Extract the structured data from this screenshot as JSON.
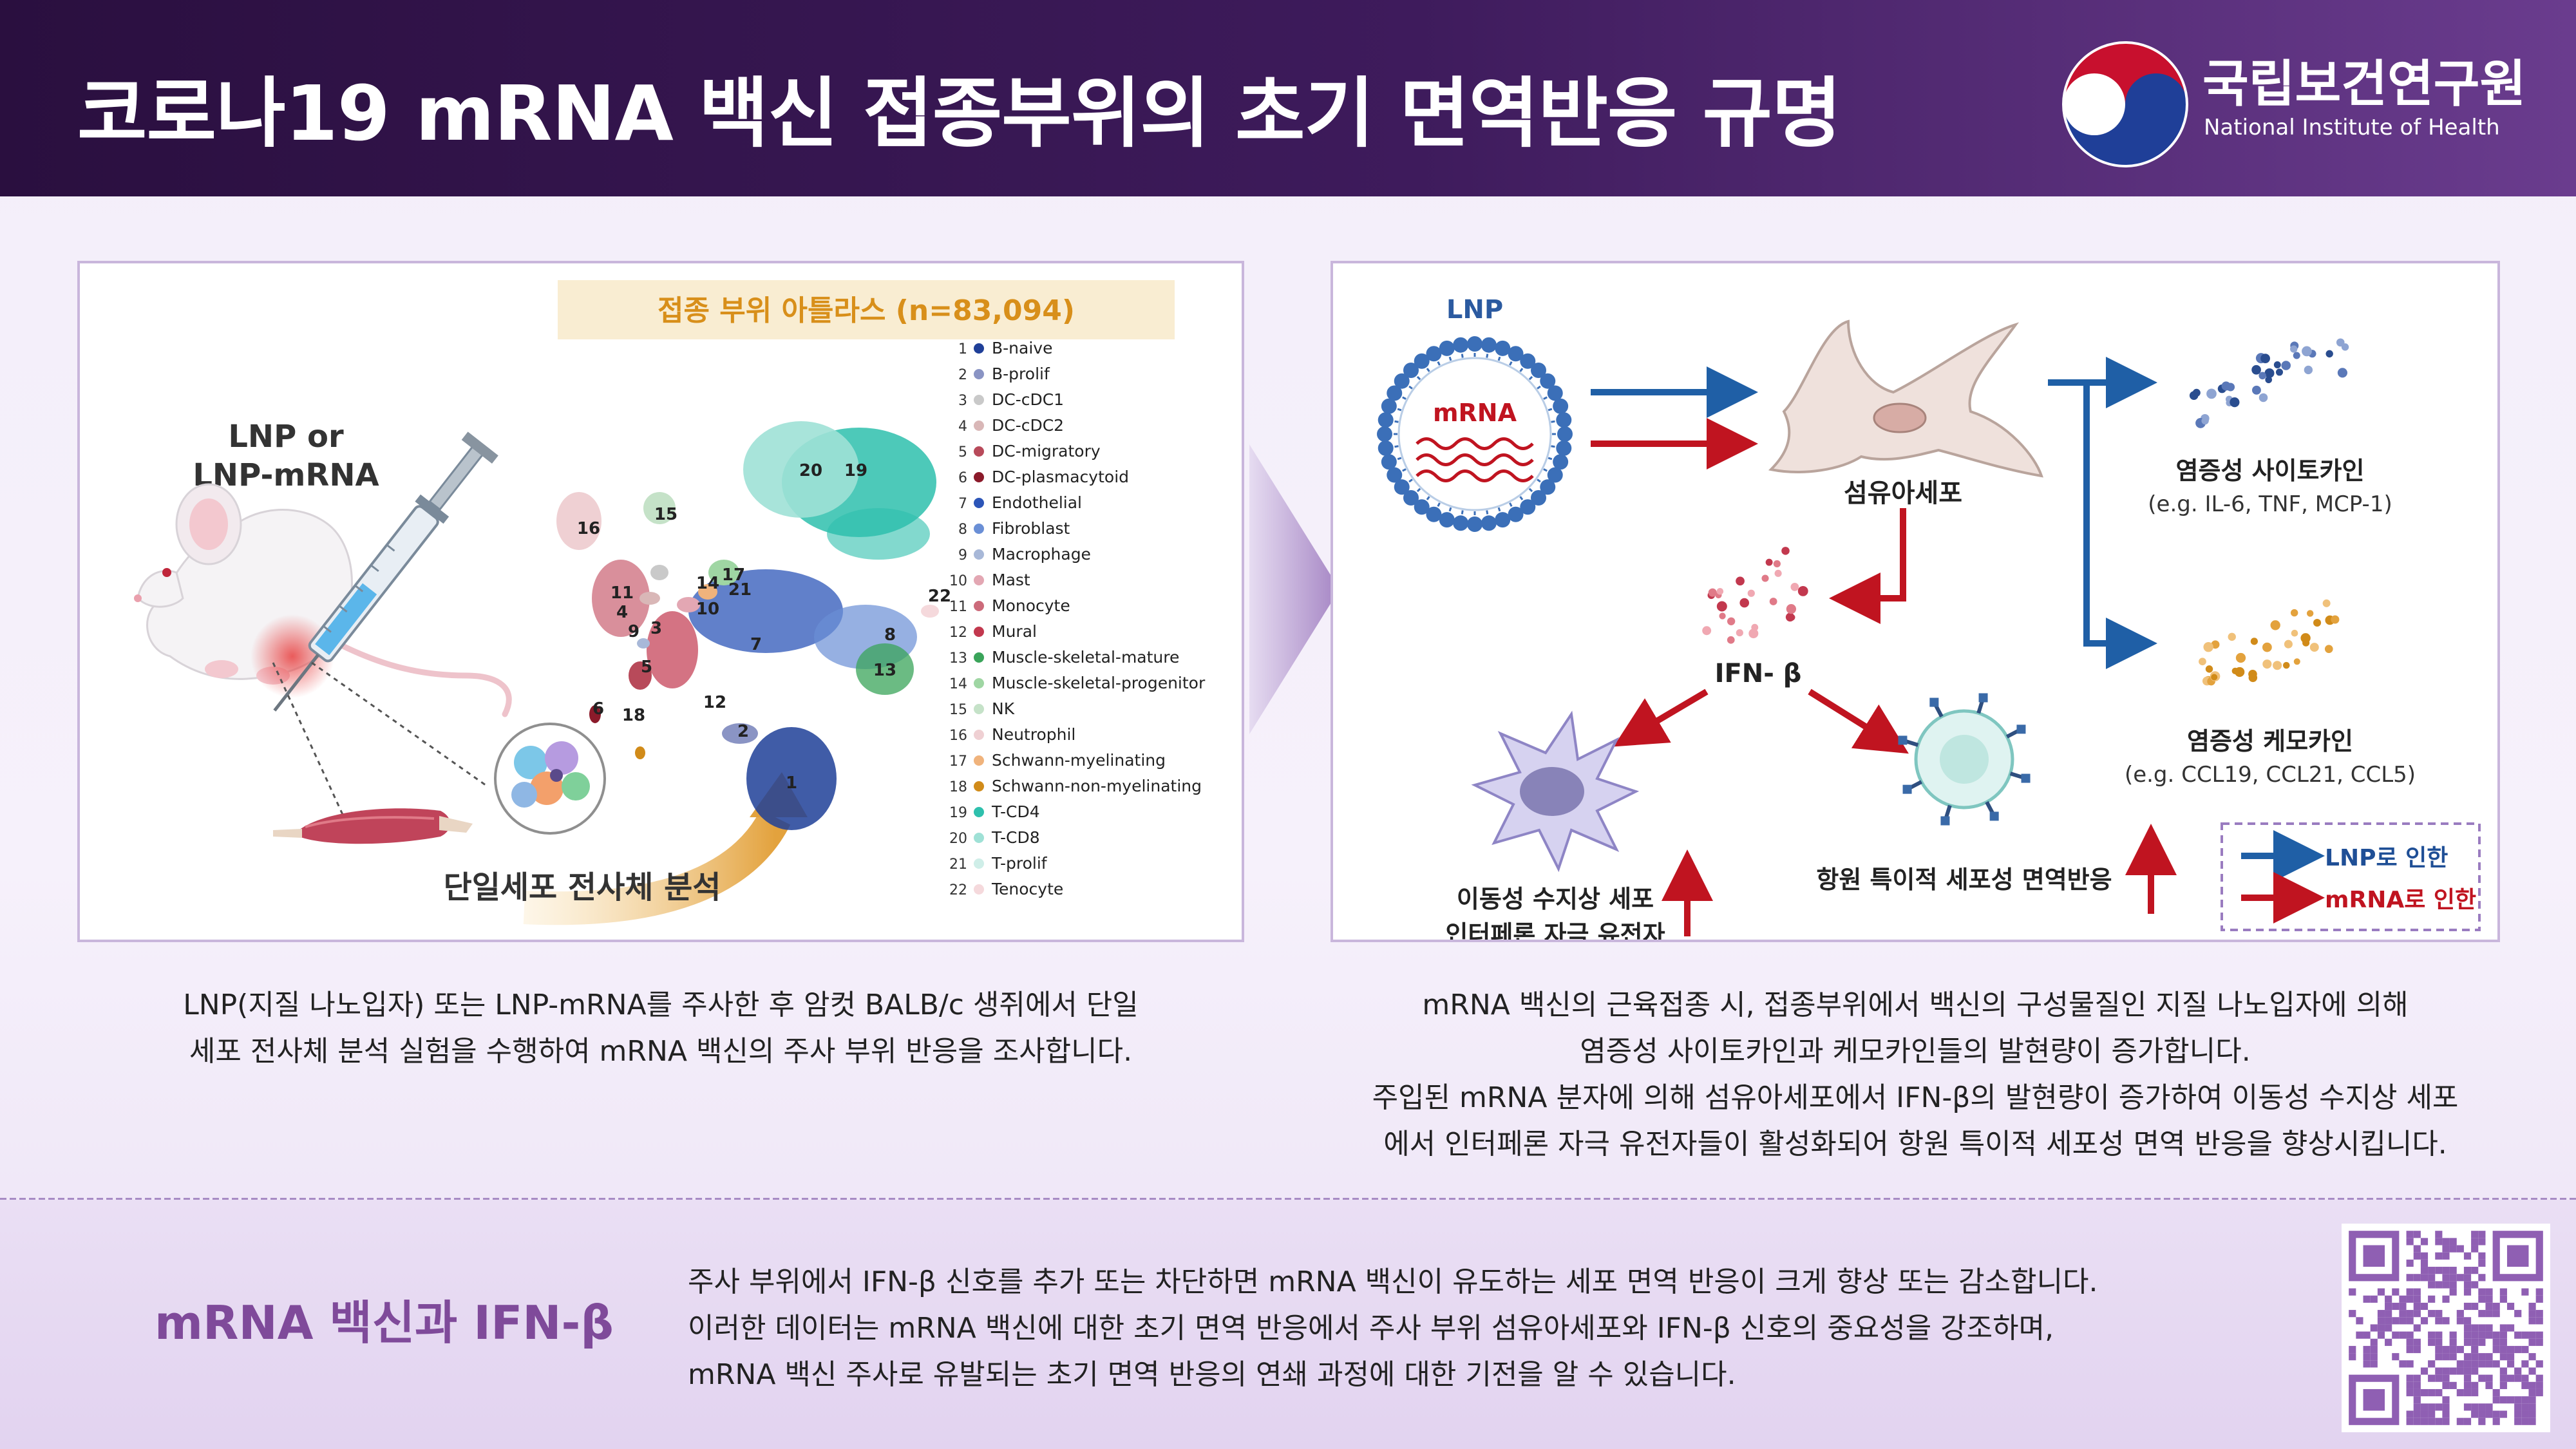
{
  "header": {
    "title": "코로나19 mRNA 백신 접종부위의 초기 면역반응 규명",
    "logo_kr": "국립보건연구원",
    "logo_en": "National Institute of Health",
    "colors": {
      "primary": "#2a0f3f",
      "accent": "#7f4a9a"
    }
  },
  "left_panel": {
    "injection_label_1": "LNP or",
    "injection_label_2": "LNP-mRNA",
    "atlas_title": "접종 부위 아틀라스 (n=83,094)",
    "analysis_label": "단일세포 전사체 분석",
    "cluster_labels": [
      "16",
      "15",
      "20",
      "19",
      "11",
      "4",
      "14",
      "17",
      "21",
      "10",
      "22",
      "9",
      "3",
      "8",
      "7",
      "5",
      "13",
      "12",
      "6",
      "18",
      "2",
      "1"
    ],
    "legend": [
      {
        "num": "1",
        "name": "B-naive",
        "color": "#1f3f98"
      },
      {
        "num": "2",
        "name": "B-prolif",
        "color": "#8a94c4"
      },
      {
        "num": "3",
        "name": "DC-cDC1",
        "color": "#c9c9c9"
      },
      {
        "num": "4",
        "name": "DC-cDC2",
        "color": "#d9b7b7"
      },
      {
        "num": "5",
        "name": "DC-migratory",
        "color": "#b84a5a"
      },
      {
        "num": "6",
        "name": "DC-plasmacytoid",
        "color": "#8b1a2a"
      },
      {
        "num": "7",
        "name": "Endothelial",
        "color": "#2c55b8"
      },
      {
        "num": "8",
        "name": "Fibroblast",
        "color": "#6a8fd6"
      },
      {
        "num": "9",
        "name": "Macrophage",
        "color": "#a8b8d8"
      },
      {
        "num": "10",
        "name": "Mast",
        "color": "#e3a7b3"
      },
      {
        "num": "11",
        "name": "Monocyte",
        "color": "#cc6a7a"
      },
      {
        "num": "12",
        "name": "Mural",
        "color": "#c2384e"
      },
      {
        "num": "13",
        "name": "Muscle-skeletal-mature",
        "color": "#3aa45a"
      },
      {
        "num": "14",
        "name": "Muscle-skeletal-progenitor",
        "color": "#9fd6a3"
      },
      {
        "num": "15",
        "name": "NK",
        "color": "#c5e2c8"
      },
      {
        "num": "16",
        "name": "Neutrophil",
        "color": "#efd0d3"
      },
      {
        "num": "17",
        "name": "Schwann-myelinating",
        "color": "#f0b37c"
      },
      {
        "num": "18",
        "name": "Schwann-non-myelinating",
        "color": "#d18b19"
      },
      {
        "num": "19",
        "name": "T-CD4",
        "color": "#2ec0ad"
      },
      {
        "num": "20",
        "name": "T-CD8",
        "color": "#9fe1d6"
      },
      {
        "num": "21",
        "name": "T-prolif",
        "color": "#cfeee8"
      },
      {
        "num": "22",
        "name": "Tenocyte",
        "color": "#f5d9dc"
      }
    ]
  },
  "right_panel": {
    "lnp_label": "LNP",
    "mrna_label": "mRNA",
    "fibroblast_label": "섬유아세포",
    "ifn_label": "IFN- β",
    "cytokine_title": "염증성 사이토카인",
    "cytokine_examples": "(e.g. IL-6, TNF, MCP-1)",
    "chemokine_title": "염증성 케모카인",
    "chemokine_examples": "(e.g. CCL19, CCL21, CCL5)",
    "dc_label_1": "이동성 수지상 세포",
    "dc_label_2": "인터페론 자극 유전자",
    "tcell_label": "항원 특이적 세포성 면역반응",
    "legend_lnp": "LNP로 인한",
    "legend_mrna": "mRNA로 인한",
    "colors": {
      "lnp_arrow": "#1f5fa6",
      "mrna_arrow": "#c01420",
      "legend_mrna_text": "#c01420",
      "legend_lnp_text": "#1f4f96"
    }
  },
  "left_caption": {
    "line1": "LNP(지질 나노입자) 또는 LNP-mRNA를 주사한 후 암컷 BALB/c 생쥐에서 단일",
    "line2": "세포 전사체 분석 실험을 수행하여 mRNA 백신의 주사 부위 반응을 조사합니다."
  },
  "right_caption": {
    "line1": "mRNA 백신의 근육접종 시, 접종부위에서 백신의 구성물질인 지질 나노입자에 의해",
    "line2": "염증성 사이토카인과 케모카인들의 발현량이 증가합니다.",
    "line3": "주입된 mRNA 분자에 의해 섬유아세포에서 IFN-β의 발현량이 증가하여 이동성 수지상 세포",
    "line4": "에서 인터페론 자극 유전자들이 활성화되어 항원 특이적 세포성 면역 반응을 향상시킵니다."
  },
  "bottom": {
    "title": "mRNA 백신과 IFN-β",
    "line1": "주사 부위에서 IFN-β 신호를 추가 또는 차단하면 mRNA 백신이 유도하는 세포 면역 반응이 크게 향상 또는 감소합니다.",
    "line2": "이러한 데이터는 mRNA 백신에 대한 초기 면역 반응에서 주사 부위 섬유아세포와 IFN-β 신호의 중요성을 강조하며,",
    "line3": "mRNA 백신 주사로 유발되는 초기 면역 반응의 연쇄 과정에 대한 기전을 알 수 있습니다."
  }
}
